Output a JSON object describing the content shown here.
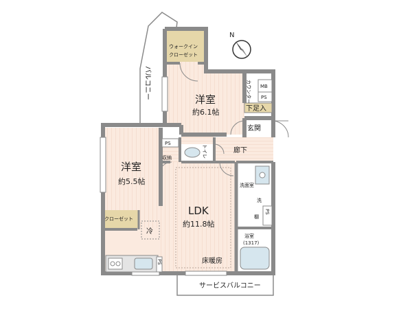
{
  "rooms": {
    "western_room_1": {
      "name": "洋室",
      "size": "約6.1帖"
    },
    "western_room_2": {
      "name": "洋室",
      "size": "約5.5帖"
    },
    "ldk": {
      "name": "LDK",
      "size": "約11.8帖"
    },
    "walk_in_closet": {
      "line1": "ウォークイン",
      "line2": "クローゼット"
    },
    "closet": {
      "name": "クローゼット"
    },
    "entrance": {
      "name": "玄関"
    },
    "shoe_box": {
      "name": "下足入"
    },
    "corridor": {
      "name": "廊下"
    },
    "toilet": {
      "name": "トイレ"
    },
    "storage": {
      "name": "収納"
    },
    "washroom": {
      "name": "洗面室"
    },
    "washer": {
      "name": "洗"
    },
    "shelf": {
      "name": "棚"
    },
    "bathroom": {
      "name": "浴室",
      "size": "(1317)"
    },
    "refrigerator": {
      "name": "冷"
    },
    "floor_heating": {
      "name": "床暖房"
    },
    "counter": {
      "name": "カウンター"
    }
  },
  "markers": {
    "mb": "MB",
    "ps_top": "PS",
    "ps_mid": "PS",
    "ps_washroom": "PS",
    "ps_kitchen": "PS"
  },
  "balconies": {
    "balcony": "バルコニー",
    "service_balcony": "サービスバルコニー"
  },
  "compass": {
    "north": "N"
  },
  "colors": {
    "wall": "#8a8a8a",
    "wood_floor": "#fbeadf",
    "wood_line": "#efd3c2",
    "closet_fill": "#e6d7a9",
    "wet_area": "#ffffff",
    "fixture_blue": "#d6e6ee"
  }
}
